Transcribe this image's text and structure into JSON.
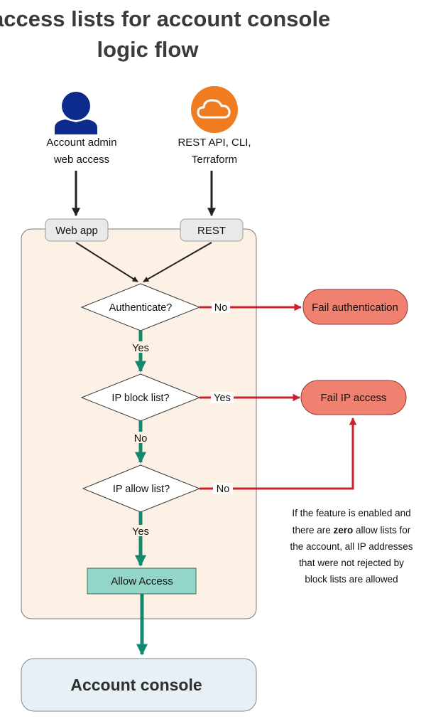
{
  "title": {
    "line1": "IP access lists for account console",
    "line2": "logic flow"
  },
  "sources": {
    "admin": {
      "line1": "Account admin",
      "line2": "web access",
      "icon": "user-icon"
    },
    "api": {
      "line1": "REST API, CLI,",
      "line2": "Terraform",
      "icon": "cloud-icon"
    }
  },
  "entry": {
    "web_app": "Web app",
    "rest": "REST"
  },
  "decisions": {
    "authenticate": "Authenticate?",
    "block_list": "IP block list?",
    "allow_list": "IP allow list?"
  },
  "edges": {
    "auth_no": "No",
    "auth_yes": "Yes",
    "block_yes": "Yes",
    "block_no": "No",
    "allow_no": "No",
    "allow_yes": "Yes"
  },
  "outcomes": {
    "fail_auth": "Fail authentication",
    "fail_ip": "Fail IP access",
    "allow": "Allow Access",
    "console": "Account console"
  },
  "note": {
    "line1": "If the feature is enabled and",
    "line2_pre": "there are ",
    "line2_bold": "zero",
    "line2_post": " allow lists for",
    "line3": "the account, all IP addresses",
    "line4": "that were not rejected by",
    "line5": "block lists are allowed"
  },
  "colors": {
    "panel_fill": "#fcf1e4",
    "fail_fill": "#f08070",
    "allow_fill": "#93d5c6",
    "console_fill": "#e6f0f5",
    "green_arrow": "#138a70",
    "red_arrow": "#c8222e",
    "user_icon": "#0c2b8c",
    "cloud_icon": "#f07c22"
  }
}
